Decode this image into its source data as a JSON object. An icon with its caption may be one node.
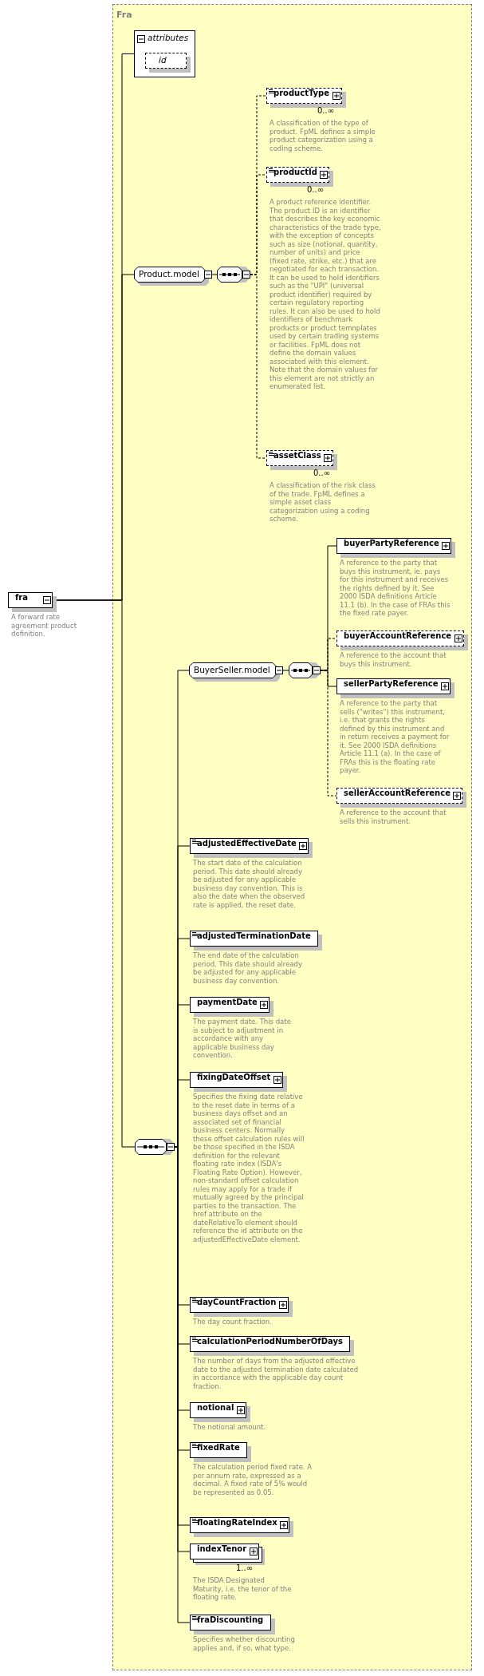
{
  "diagram": {
    "nodes": [
      {
        "text": [
          "Fra"
        ]
      },
      {
        "text": [
          "attributes"
        ],
        "in": 0
      },
      {
        "text": [
          "id"
        ],
        "in": 1
      },
      {
        "text": [
          "fra"
        ],
        "beside": [
          "A forward rate agreement product definition."
        ]
      },
      {
        "text": [
          "Product.model"
        ],
        "in": 0
      },
      {
        "text": [],
        "shape": "octagon",
        "in": 0
      },
      {
        "text": [
          "productType"
        ],
        "in": 0,
        "beside": [
          "0..∞",
          "A classification of the type of product. FpML defines a simple product categorization using a coding scheme."
        ]
      },
      {
        "text": [
          "productId"
        ],
        "in": 0,
        "beside": [
          "0..∞",
          "A product reference identifier. The product ID is an identifier that describes the key economic characteristics of the trade type, with the exception of concepts such as size (notional, quantity, number of units) and price (fixed rate, strike, etc.) that are negotiated for each transaction. It can be used to hold identifiers such as the \"UPI\" (universal product identifier) required by certain regulatory reporting rules. It can also be used to hold identifiers of benchmark products or product temnplates used by certain trading systems or facilities. FpML does not define the domain values associated with this element. Note that the domain values for this element are not strictly an enumerated list."
        ]
      },
      {
        "text": [
          "assetClass"
        ],
        "in": 0,
        "beside": [
          "0..∞",
          "A classification of the risk class of the trade. FpML defines a simple asset class categorization using a coding scheme."
        ]
      },
      {
        "text": [],
        "shape": "octagon",
        "in": 0
      },
      {
        "text": [
          "BuyerSeller.model"
        ],
        "in": 0
      },
      {
        "text": [],
        "shape": "octagon",
        "in": 0
      },
      {
        "text": [
          "buyerPartyReference"
        ],
        "in": 0,
        "beside": [
          "A reference to the party that buys this instrument, ie. pays for this instrument and receives the rights defined by it. See 2000 ISDA definitions Article 11.1 (b). In the case of FRAs this the fixed rate payer."
        ]
      },
      {
        "text": [
          "buyerAccountReference"
        ],
        "in": 0,
        "beside": [
          "A reference to the account that buys this instrument."
        ]
      },
      {
        "text": [
          "sellerPartyReference"
        ],
        "in": 0,
        "beside": [
          "A reference to the party that sells (\"writes\") this instrument, i.e. that grants the rights defined by this instrument and in return receives a payment for it. See 2000 ISDA definitions Article 11.1 (a). In the case of FRAs this is the floating rate payer."
        ]
      },
      {
        "text": [
          "sellerAccountReference"
        ],
        "in": 0,
        "beside": [
          "A reference to the account that sells this instrument."
        ]
      },
      {
        "text": [
          "adjustedEffectiveDate"
        ],
        "in": 0,
        "beside": [
          "The start date of the calculation period. This date should already be adjusted for any applicable business day convention. This is also the date when the observed rate is applied, the reset date."
        ]
      },
      {
        "text": [
          "adjustedTerminationDate"
        ],
        "in": 0,
        "beside": [
          "The end date of the calculation period. This date should already be adjusted for any applicable business day convention."
        ]
      },
      {
        "text": [
          "paymentDate"
        ],
        "in": 0,
        "beside": [
          "The payment date. This date is subject to adjustment in accordance with any applicable business day convention."
        ]
      },
      {
        "text": [
          "fixingDateOffset"
        ],
        "in": 0,
        "beside": [
          "Specifies the fixing date relative to the reset date in terms of a business days offset and an associated set of financial business centers. Normally these offset calculation rules will be those specified in the ISDA definition for the relevant floating rate index (ISDA's Floating Rate Option). However, non-standard offset calculation rules may apply for a trade if mutually agreed by the principal parties to the transaction. The href attribute on the dateRelativeTo element should reference the id attribute on the adjustedEffectiveDate element."
        ]
      },
      {
        "text": [
          "dayCountFraction"
        ],
        "in": 0,
        "beside": [
          "The day count fraction."
        ]
      },
      {
        "text": [
          "calculationPeriodNumberOfDays"
        ],
        "in": 0,
        "beside": [
          "The number of days from the adjusted effective date to the adjusted termination date calculated in accordance with the applicable day count fraction."
        ]
      },
      {
        "text": [
          "notional"
        ],
        "in": 0,
        "beside": [
          "The notional amount."
        ]
      },
      {
        "text": [
          "fixedRate"
        ],
        "in": 0,
        "beside": [
          "The calculation period fixed rate. A per annum rate, expressed as a decimal. A fixed rate of 5% would be represented as 0.05."
        ]
      },
      {
        "text": [
          "floatingRateIndex"
        ],
        "in": 0
      },
      {
        "text": [
          "indexTenor"
        ],
        "in": 0,
        "beside": [
          "1..∞",
          "The ISDA Designated Maturity, i.e. the tenor of the floating rate."
        ]
      },
      {
        "text": [
          "fraDiscounting"
        ],
        "in": 0,
        "beside": [
          "Specifies whether discounting applies and, if so, what type."
        ]
      }
    ],
    "edges": [
      {
        "from": 3,
        "to": 1,
        "arrow": "none"
      },
      {
        "from": 3,
        "to": 4,
        "arrow": "none"
      },
      {
        "from": 3,
        "to": 9,
        "arrow": "none"
      },
      {
        "from": 4,
        "to": 5,
        "arrow": "none"
      },
      {
        "from": 5,
        "to": 6,
        "arrow": "none",
        "style": "dashed"
      },
      {
        "from": 5,
        "to": 7,
        "arrow": "none",
        "style": "dashed"
      },
      {
        "from": 5,
        "to": 8,
        "arrow": "none",
        "style": "dashed"
      },
      {
        "from": 9,
        "to": 10,
        "arrow": "none"
      },
      {
        "from": 10,
        "to": 11,
        "arrow": "none"
      },
      {
        "from": 11,
        "to": 12,
        "arrow": "none"
      },
      {
        "from": 11,
        "to": 13,
        "arrow": "none",
        "style": "dashed"
      },
      {
        "from": 11,
        "to": 14,
        "arrow": "none"
      },
      {
        "from": 11,
        "to": 15,
        "arrow": "none",
        "style": "dashed"
      },
      {
        "from": 9,
        "to": 16,
        "arrow": "none"
      },
      {
        "from": 9,
        "to": 17,
        "arrow": "none"
      },
      {
        "from": 9,
        "to": 18,
        "arrow": "none"
      },
      {
        "from": 9,
        "to": 19,
        "arrow": "none"
      },
      {
        "from": 9,
        "to": 20,
        "arrow": "none"
      },
      {
        "from": 9,
        "to": 21,
        "arrow": "none"
      },
      {
        "from": 9,
        "to": 22,
        "arrow": "none"
      },
      {
        "from": 9,
        "to": 23,
        "arrow": "none"
      },
      {
        "from": 9,
        "to": 24,
        "arrow": "none"
      },
      {
        "from": 9,
        "to": 25,
        "arrow": "none"
      },
      {
        "from": 9,
        "to": 26,
        "arrow": "none"
      }
    ]
  }
}
